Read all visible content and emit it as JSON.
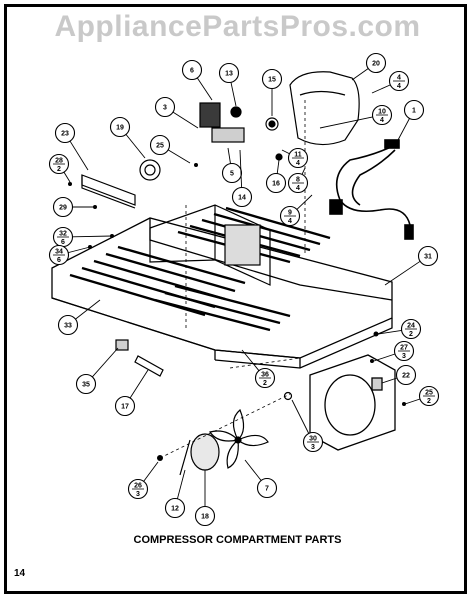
{
  "watermark": "AppliancePartsPros.com",
  "caption": "COMPRESSOR COMPARTMENT PARTS",
  "page_number": "14",
  "callouts": [
    {
      "id": "c6",
      "top": "6",
      "bottom": ""
    },
    {
      "id": "c13",
      "top": "13",
      "bottom": ""
    },
    {
      "id": "c15",
      "top": "15",
      "bottom": ""
    },
    {
      "id": "c20",
      "top": "20",
      "bottom": ""
    },
    {
      "id": "c4a",
      "top": "4",
      "bottom": "4"
    },
    {
      "id": "c3",
      "top": "3",
      "bottom": ""
    },
    {
      "id": "c10",
      "top": "10",
      "bottom": "4"
    },
    {
      "id": "c1",
      "top": "1",
      "bottom": ""
    },
    {
      "id": "c23",
      "top": "23",
      "bottom": ""
    },
    {
      "id": "c19",
      "top": "19",
      "bottom": ""
    },
    {
      "id": "c25a",
      "top": "25",
      "bottom": ""
    },
    {
      "id": "c11",
      "top": "11",
      "bottom": "4"
    },
    {
      "id": "c28",
      "top": "28",
      "bottom": "2"
    },
    {
      "id": "c5",
      "top": "5",
      "bottom": ""
    },
    {
      "id": "c14",
      "top": "14",
      "bottom": ""
    },
    {
      "id": "c16",
      "top": "16",
      "bottom": ""
    },
    {
      "id": "c8",
      "top": "8",
      "bottom": "4"
    },
    {
      "id": "c29",
      "top": "29",
      "bottom": ""
    },
    {
      "id": "c9",
      "top": "9",
      "bottom": "4"
    },
    {
      "id": "c32",
      "top": "32",
      "bottom": "6"
    },
    {
      "id": "c34",
      "top": "34",
      "bottom": "6"
    },
    {
      "id": "c31",
      "top": "31",
      "bottom": ""
    },
    {
      "id": "c33",
      "top": "33",
      "bottom": ""
    },
    {
      "id": "c24",
      "top": "24",
      "bottom": "2"
    },
    {
      "id": "c27",
      "top": "27",
      "bottom": "3"
    },
    {
      "id": "c36",
      "top": "36",
      "bottom": "2"
    },
    {
      "id": "c35",
      "top": "35",
      "bottom": ""
    },
    {
      "id": "c22",
      "top": "22",
      "bottom": ""
    },
    {
      "id": "c17",
      "top": "17",
      "bottom": ""
    },
    {
      "id": "c25b",
      "top": "25",
      "bottom": "2"
    },
    {
      "id": "c30",
      "top": "30",
      "bottom": "3"
    },
    {
      "id": "c7",
      "top": "7",
      "bottom": ""
    },
    {
      "id": "c26",
      "top": "26",
      "bottom": "3"
    },
    {
      "id": "c12",
      "top": "12",
      "bottom": ""
    },
    {
      "id": "c18",
      "top": "18",
      "bottom": ""
    }
  ]
}
